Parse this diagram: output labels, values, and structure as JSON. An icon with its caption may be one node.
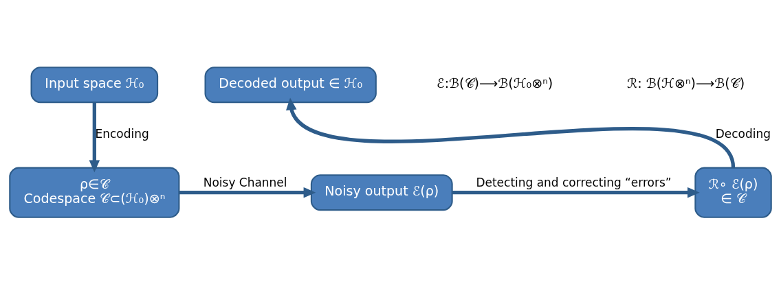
{
  "diagram": {
    "nodes": [
      {
        "text": [
          "Input space ℋ₀"
        ]
      },
      {
        "text": [
          "Decoded output ∈ ℋ₀"
        ]
      },
      {
        "text": [
          "ρ∈𝒞",
          "Codespace 𝒞⊂(ℋ₀)⊗ⁿ"
        ]
      },
      {
        "text": [
          "Noisy output ℰ(ρ)"
        ]
      },
      {
        "text": [
          "ℛ∘ ℰ(ρ)",
          "∈ 𝒞"
        ]
      }
    ],
    "edges": [
      {
        "from": 0,
        "to": 2,
        "arrow": "to",
        "label": "Encoding"
      },
      {
        "from": 2,
        "to": 3,
        "arrow": "to",
        "label": "Noisy Channel"
      },
      {
        "from": 3,
        "to": 4,
        "arrow": "to",
        "label": "Detecting and correcting “errors”"
      },
      {
        "from": 4,
        "to": 1,
        "arrow": "to",
        "label": "Decoding"
      }
    ],
    "labels": [
      "ℰ:ℬ(𝒞)⟶ℬ(ℋ₀⊗ⁿ)",
      "ℛ: ℬ(ℋ⊗ⁿ)⟶ℬ(𝒞)"
    ]
  }
}
